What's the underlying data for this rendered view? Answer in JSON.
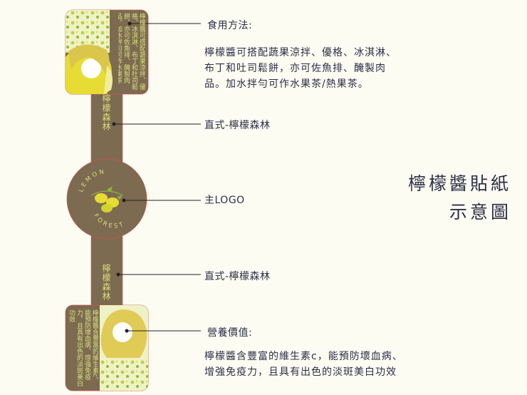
{
  "sticker": {
    "top_panel_text": "檸檬醬可搭配蔬果涼拌、優格、冰淇淋、布丁和吐司鬆餅，亦可佐魚排、醃製肉品。加水拌勻可作水果茶",
    "upper_strip_text": "檸檬森林",
    "logo_top_text": "LEMON",
    "logo_bottom_text": "FOREST",
    "lower_strip_text": "檸檬森林",
    "bottom_panel_text": "檸檬醬含豐富的維生素c，能預防壞血病、增強免疫力，且具有出色的淡斑美白功效"
  },
  "annotations": {
    "usage_label": "食用方法:",
    "usage_body": "檸檬醬可搭配蔬果涼拌、優格、冰淇淋、\n布丁和吐司鬆餅，亦可佐魚排、醃製肉\n品。加水拌勻可作水果茶/熱果茶。",
    "upper_strip_label": "直式-檸檬森林",
    "logo_label": "主LOGO",
    "lower_strip_label": "直式-檸檬森林",
    "nutrition_label": "營養價值:",
    "nutrition_body": "檸檬醬含豐富的維生素c，能預防壞血病、\n增強免疫力，且具有出色的淡斑美白功效"
  },
  "title": "檸檬醬貼紙\n示意圖",
  "colors": {
    "background": "#fdfcf3",
    "sticker_brown": "#7c6a51",
    "lime": "#d6e07a",
    "lemon_yellow": "#e6dc34",
    "leaf_green": "#8fb53e",
    "text_navy": "#2b2f44",
    "outline_red": "#c9584a"
  }
}
